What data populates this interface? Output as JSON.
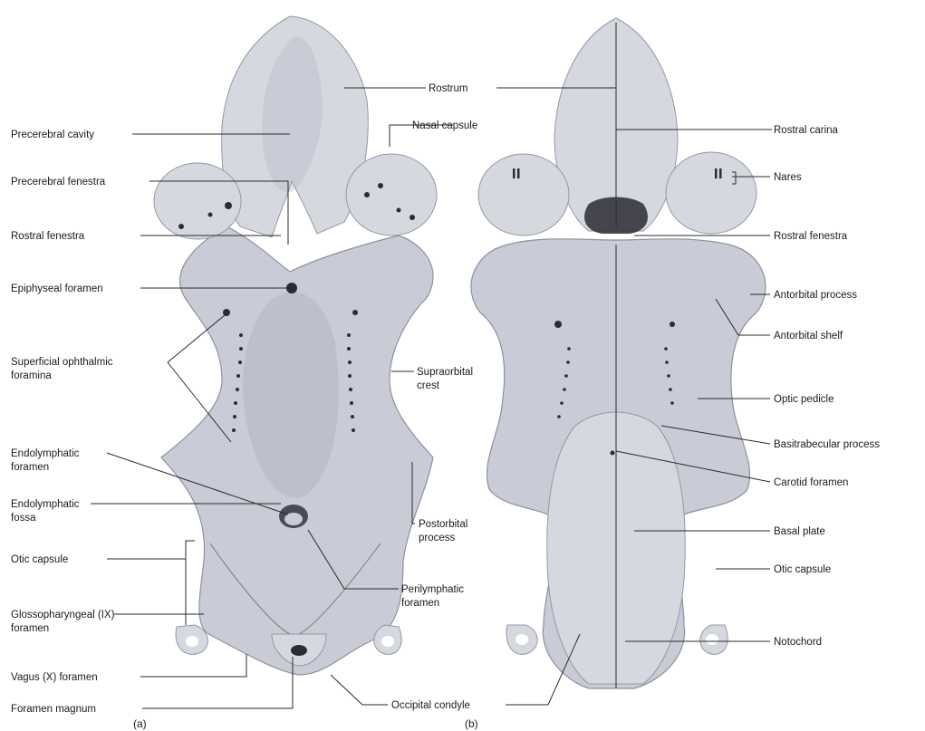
{
  "panel_a": {
    "caption": "(a)",
    "labels": {
      "precerebral_cavity": "Precerebral cavity",
      "precerebral_fenestra": "Precerebral fenestra",
      "rostral_fenestra": "Rostral fenestra",
      "epiphyseal_foramen": "Epiphyseal foramen",
      "superficial_ophthalmic_foramina": [
        "Superficial ophthalmic",
        "foramina"
      ],
      "endolymphatic_foramen": [
        "Endolymphatic",
        "foramen"
      ],
      "endolymphatic_fossa": [
        "Endolymphatic",
        "fossa"
      ],
      "otic_capsule": "Otic capsule",
      "glossopharyngeal_foramen": [
        "Glossopharyngeal (IX)",
        "foramen"
      ],
      "vagus_foramen": "Vagus (X) foramen",
      "foramen_magnum": "Foramen magnum",
      "rostrum": "Rostrum",
      "nasal_capsule": "Nasal capsule",
      "supraorbital_crest": [
        "Supraorbital",
        "crest"
      ],
      "postorbital_process": [
        "Postorbital",
        "process"
      ],
      "perilymphatic_foramen": [
        "Perilymphatic",
        "foramen"
      ],
      "occipital_condyle": "Occipital condyle"
    }
  },
  "panel_b": {
    "caption": "(b)",
    "labels": {
      "rostral_carina": "Rostral carina",
      "nares": "Nares",
      "rostral_fenestra": "Rostral fenestra",
      "antorbital_process": "Antorbital process",
      "antorbital_shelf": "Antorbital shelf",
      "optic_pedicle": "Optic pedicle",
      "basitrabecular_process": "Basitrabecular process",
      "carotid_foramen": "Carotid foramen",
      "basal_plate": "Basal plate",
      "otic_capsule": "Otic capsule",
      "notochord": "Notochord"
    }
  }
}
